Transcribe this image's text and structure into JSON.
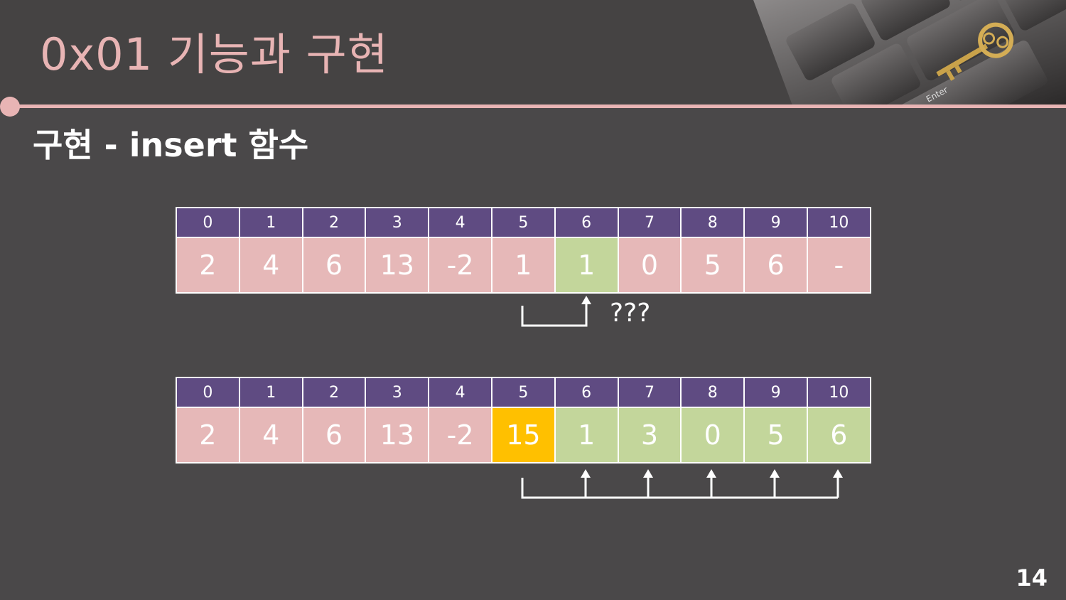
{
  "slide": {
    "title": "0x01  기능과 구현",
    "subtitle": "구현 - insert 함수",
    "page_number": "14",
    "annotation": "???",
    "keyboard_labels": {
      "enter": "Enter"
    }
  },
  "colors": {
    "background": "#4a4849",
    "accent_pink": "#e8b4b4",
    "index_header": "#5f4b82",
    "cell_pink": "#e6b8b8",
    "cell_green": "#c3d69b",
    "cell_orange": "#ffc000"
  },
  "arrays": {
    "top": {
      "indices": [
        "0",
        "1",
        "2",
        "3",
        "4",
        "5",
        "6",
        "7",
        "8",
        "9",
        "10"
      ],
      "values": [
        "2",
        "4",
        "6",
        "13",
        "-2",
        "1",
        "1",
        "0",
        "5",
        "6",
        "-"
      ],
      "highlight": [
        "none",
        "none",
        "none",
        "none",
        "none",
        "none",
        "green",
        "none",
        "none",
        "none",
        "none"
      ]
    },
    "bottom": {
      "indices": [
        "0",
        "1",
        "2",
        "3",
        "4",
        "5",
        "6",
        "7",
        "8",
        "9",
        "10"
      ],
      "values": [
        "2",
        "4",
        "6",
        "13",
        "-2",
        "15",
        "1",
        "3",
        "0",
        "5",
        "6"
      ],
      "highlight": [
        "none",
        "none",
        "none",
        "none",
        "none",
        "orange",
        "green",
        "green",
        "green",
        "green",
        "green"
      ]
    }
  }
}
